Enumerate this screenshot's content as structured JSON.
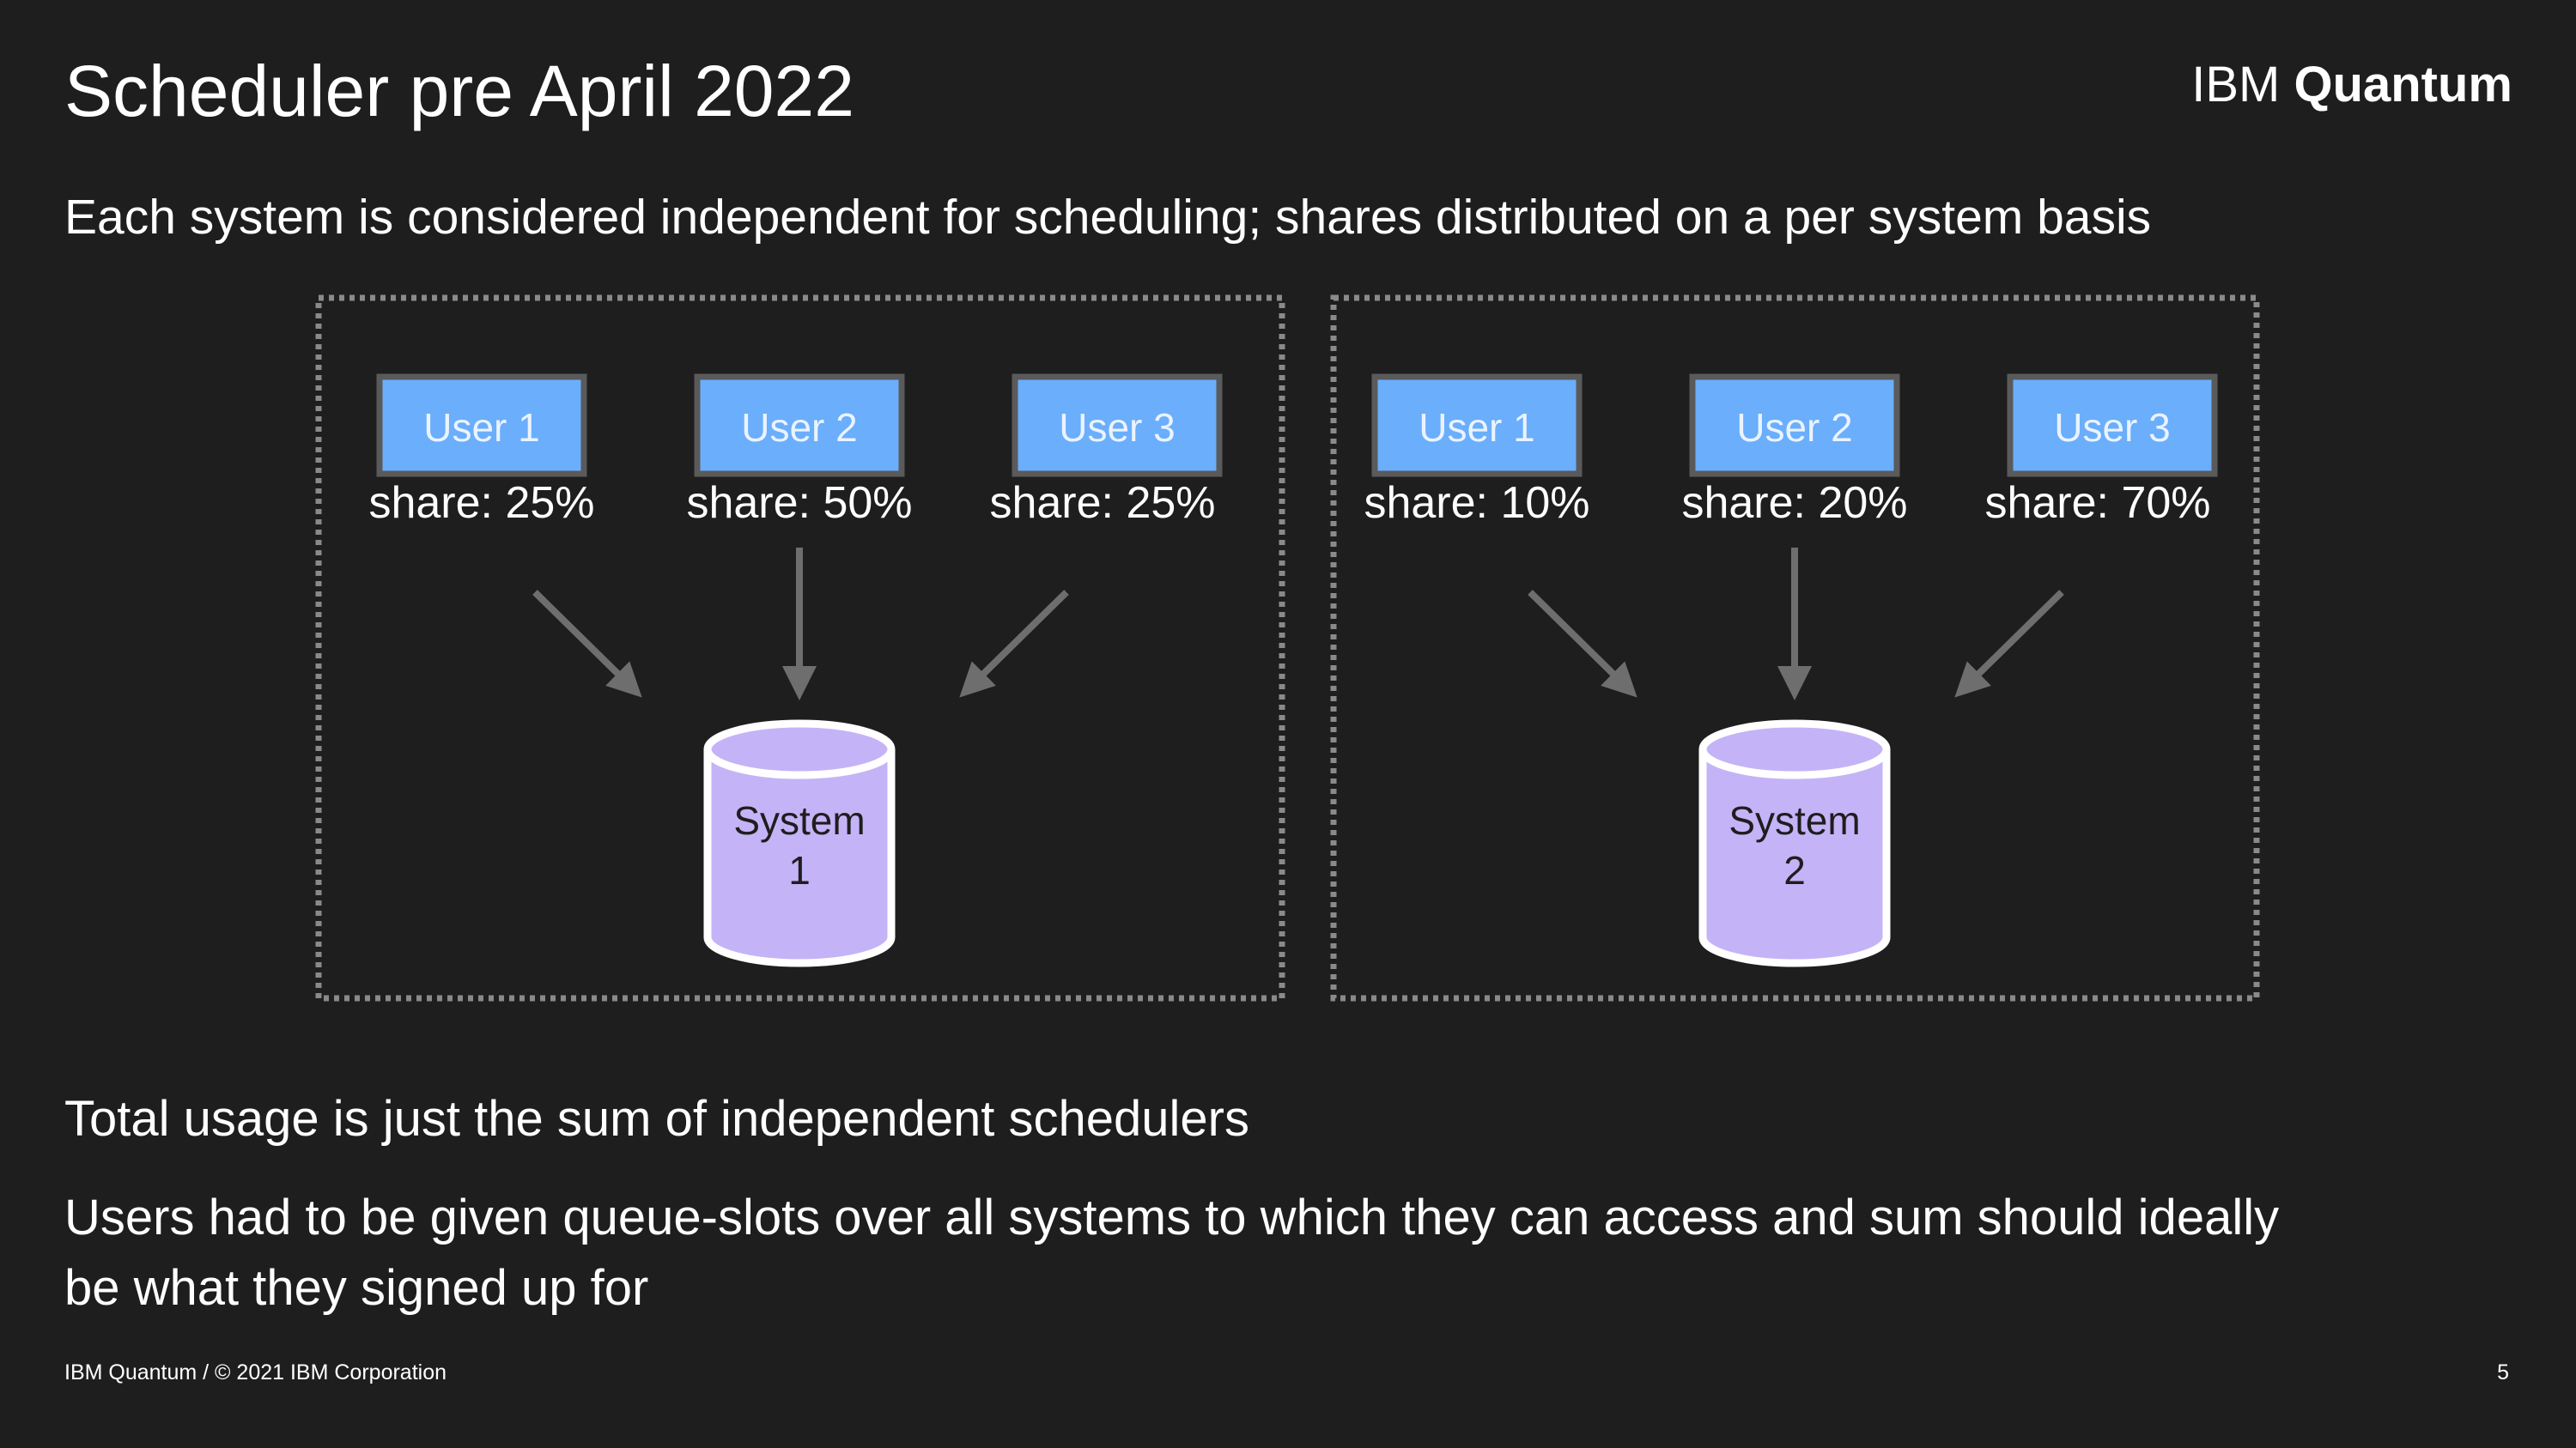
{
  "slide": {
    "title": "Scheduler pre April 2022",
    "subtitle": "Each system is considered independent for scheduling; shares distributed on a per system basis",
    "body": [
      "Total usage is just the sum of independent schedulers",
      "Users had to be given queue-slots over all systems to which they can access and sum should ideally be what they signed up for"
    ],
    "footer": "IBM Quantum / © 2021 IBM Corporation",
    "page_number": "5"
  },
  "brand": {
    "prefix": "IBM",
    "name": "Quantum"
  },
  "colors": {
    "background": "#1e1e1e",
    "user_box": "#6aaefc",
    "user_box_border": "#5a5a5a",
    "system": "#c5b3f8",
    "arrow": "#6e6e6e",
    "group_border": "#8a8a8a"
  },
  "groups": [
    {
      "users": [
        {
          "label": "User 1",
          "share": "share: 25%"
        },
        {
          "label": "User 2",
          "share": "share: 50%"
        },
        {
          "label": "User 3",
          "share": "share: 25%"
        }
      ],
      "system": {
        "line1": "System",
        "line2": "1"
      }
    },
    {
      "users": [
        {
          "label": "User 1",
          "share": "share: 10%"
        },
        {
          "label": "User 2",
          "share": "share: 20%"
        },
        {
          "label": "User 3",
          "share": "share: 70%"
        }
      ],
      "system": {
        "line1": "System",
        "line2": "2"
      }
    }
  ]
}
